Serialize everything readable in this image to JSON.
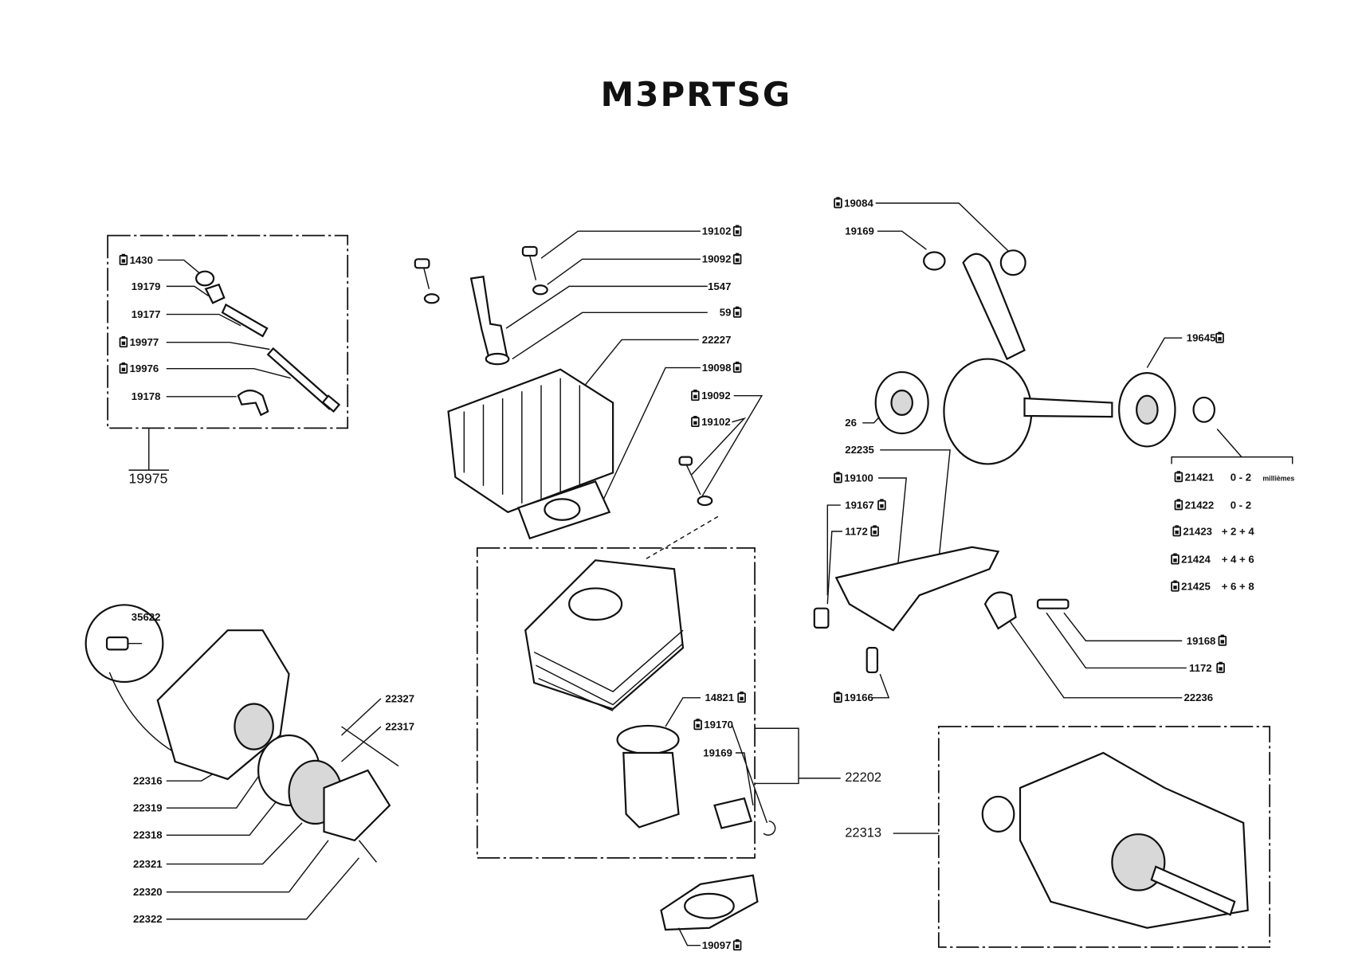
{
  "title": "M3PRTSG",
  "colors": {
    "ink": "#111111",
    "paper": "#ffffff"
  },
  "icons": {
    "stock_marker": "package-icon"
  },
  "groups": {
    "kickstart": {
      "assembly": "19975",
      "parts": [
        "1430",
        "19179",
        "19177",
        "19977",
        "19976",
        "19178"
      ]
    },
    "cylinder_head": {
      "parts": [
        "19102",
        "19092",
        "1547",
        "59",
        "22227",
        "19098",
        "19092",
        "19102"
      ]
    },
    "crankshaft": {
      "parts": [
        "19084",
        "19169",
        "19645",
        "26",
        "22235",
        "19100",
        "19167",
        "1172",
        "19168",
        "1172",
        "22236",
        "19166"
      ]
    },
    "oversize_pistons": [
      {
        "ref": "21421",
        "range": "0 - 2",
        "unit": "millièmes"
      },
      {
        "ref": "21422",
        "range": "0 - 2"
      },
      {
        "ref": "21423",
        "range": "+ 2 + 4"
      },
      {
        "ref": "21424",
        "range": "+ 4 + 6"
      },
      {
        "ref": "21425",
        "range": "+ 6 + 8"
      }
    ],
    "clutch": {
      "parts": [
        "35622",
        "22327",
        "22317",
        "22316",
        "22319",
        "22318",
        "22321",
        "22320",
        "22322"
      ]
    },
    "cylinder": {
      "assembly": "22202",
      "parts": [
        "14821",
        "19170",
        "19169",
        "19097"
      ]
    },
    "transmission": {
      "assembly": "22313"
    }
  }
}
